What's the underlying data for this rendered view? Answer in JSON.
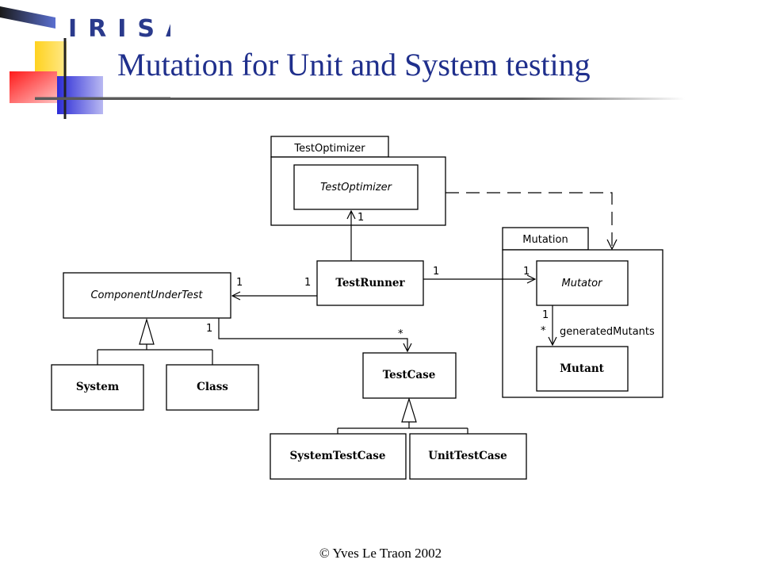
{
  "header": {
    "logo_text": "IRISA",
    "title": "Mutation for Unit and System testing"
  },
  "diagram": {
    "packages": {
      "test_optimizer": "TestOptimizer",
      "mutation": "Mutation"
    },
    "classes": {
      "test_optimizer": "TestOptimizer",
      "test_runner": "TestRunner",
      "component_under_test": "ComponentUnderTest",
      "mutator": "Mutator",
      "mutant": "Mutant",
      "system": "System",
      "class": "Class",
      "test_case": "TestCase",
      "system_test_case": "SystemTestCase",
      "unit_test_case": "UnitTestCase"
    },
    "multiplicities": {
      "runner_optimizer": "1",
      "cut_end": "1",
      "runner_cut": "1",
      "runner_mutator": "1",
      "mutator_end": "1",
      "cut_testcase": "1",
      "testcase_end": "*",
      "mutator_mutant_source": "1",
      "mutator_mutant_target": "*"
    },
    "roles": {
      "generated_mutants": "generatedMutants"
    }
  },
  "footer": {
    "copyright_symbol": "©",
    "text": "Yves Le Traon 2002"
  },
  "colors": {
    "title": "#1f2f8c",
    "logo_yellow": "#ffd21f",
    "logo_red": "#ff2a2a",
    "logo_blue": "#2b2bd6",
    "logo_flag": "#2a3a8c"
  }
}
